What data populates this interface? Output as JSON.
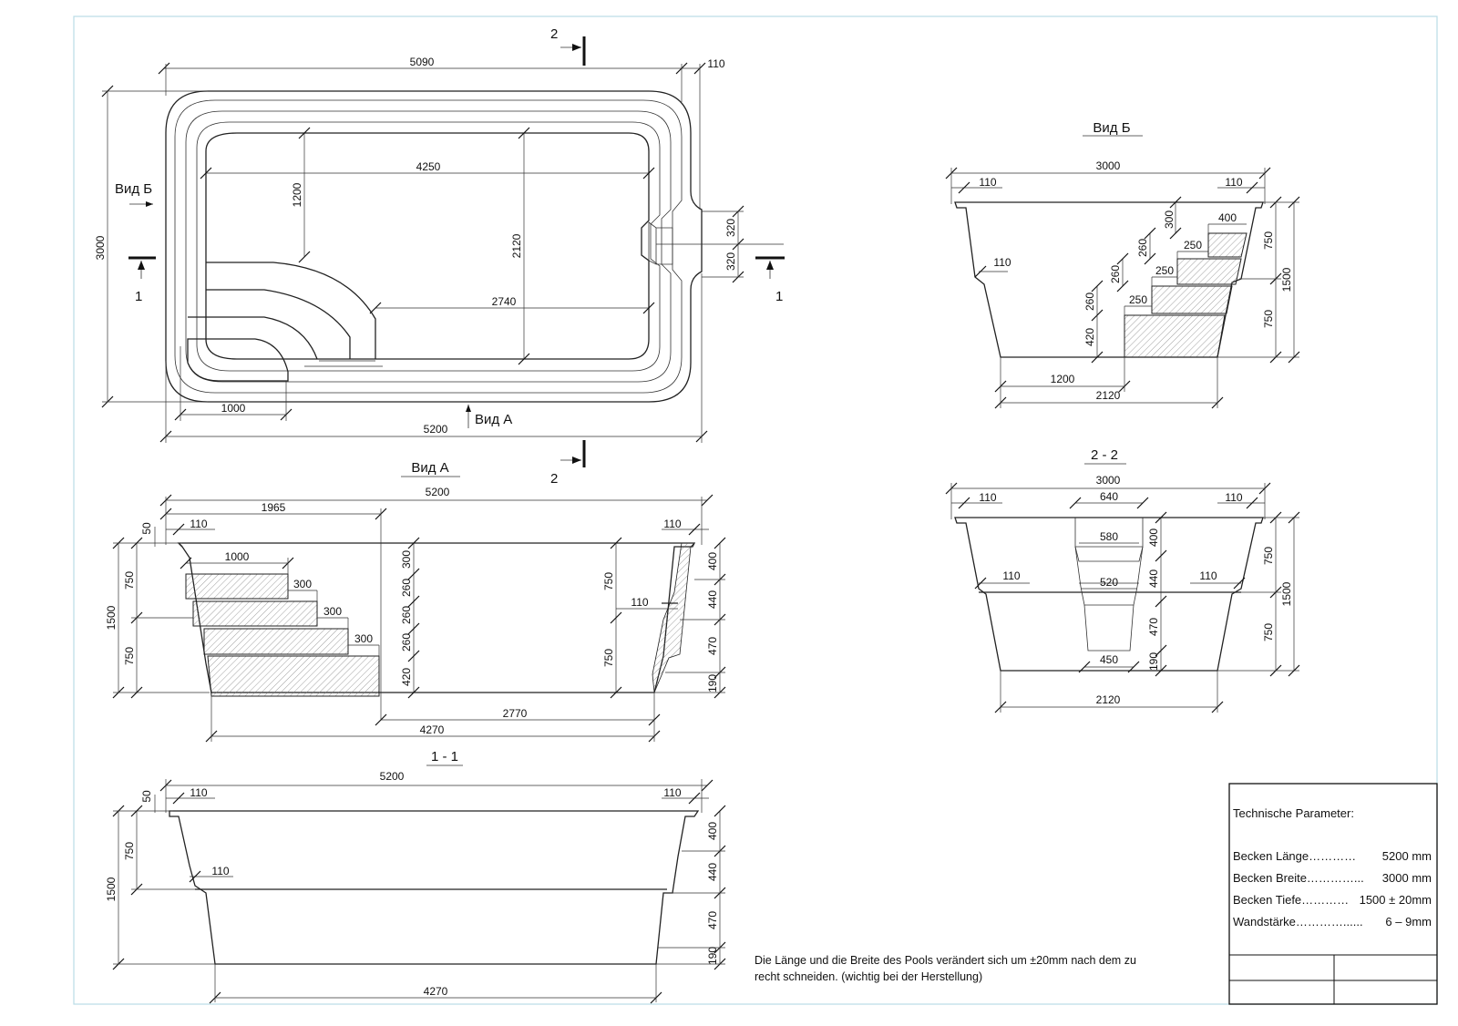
{
  "colors": {
    "line": "#222222",
    "frame": "#b9dde6",
    "hatch": "#777777"
  },
  "plan": {
    "length_total": "5090",
    "edge": "110",
    "inner_length": "4250",
    "step_width": "1200",
    "width_total": "3000",
    "inner_width": "2120",
    "inner_short": "2740",
    "nozzle_a": "320",
    "nozzle_b": "320",
    "step_len": "1000",
    "overall_len": "5200",
    "view_a": "Вид А",
    "view_b": "Вид Б",
    "sec_1_left": "1",
    "sec_1_right": "1",
    "sec_2_top": "2",
    "sec_2_bottom": "2"
  },
  "view_a": {
    "title": "Вид А",
    "total": "5200",
    "step_run": "1965",
    "rim": "50",
    "edge_l": "110",
    "edge_r": "110",
    "step1": "1000",
    "tread1": "300",
    "tread2": "300",
    "tread3": "300",
    "depth_total": "1500",
    "upper": "750",
    "lower": "750",
    "rise1": "300",
    "rise2": "260",
    "rise3": "260",
    "rise4": "260",
    "rise5": "420",
    "right_upper": "750",
    "right_lower": "750",
    "ledge": "110",
    "r400": "400",
    "r440": "440",
    "r470": "470",
    "r190": "190",
    "floor": "2770",
    "bottom": "4270"
  },
  "view_b": {
    "title": "Вид Б",
    "total": "3000",
    "edge_l": "110",
    "edge_r": "110",
    "ledge": "110",
    "tread_top": "400",
    "tread1": "250",
    "tread2": "250",
    "tread3": "250",
    "rise1": "300",
    "rise2": "260",
    "rise3": "260",
    "rise4": "260",
    "rise5": "420",
    "upper": "750",
    "lower": "750",
    "depth_total": "1500",
    "floor_left": "1200",
    "bottom": "2120"
  },
  "sec22": {
    "title": "2 - 2",
    "total": "3000",
    "edge_l": "110",
    "edge_r": "110",
    "n640": "640",
    "n580": "580",
    "n520": "520",
    "n450": "450",
    "ledge_l": "110",
    "ledge_r": "110",
    "r400": "400",
    "r440": "440",
    "r470": "470",
    "r190": "190",
    "upper": "750",
    "lower": "750",
    "depth_total": "1500",
    "bottom": "2120"
  },
  "sec11": {
    "title": "1 - 1",
    "total": "5200",
    "rim": "50",
    "edge_l": "110",
    "edge_r": "110",
    "ledge": "110",
    "upper": "750",
    "depth_total": "1500",
    "r400": "400",
    "r440": "440",
    "r470": "470",
    "r190": "190",
    "bottom": "4270"
  },
  "note": {
    "line1": "Die Länge und die Breite des Pools verändert sich um ±20mm nach dem zu",
    "line2": "recht schneiden. (wichtig bei der Herstellung)"
  },
  "params": {
    "title": "Technische Parameter:",
    "rows": [
      {
        "label": "Becken Länge…………",
        "value": "5200 mm"
      },
      {
        "label": "Becken Breite…………...",
        "value": "3000 mm"
      },
      {
        "label": "Becken Tiefe…………",
        "value": "1500 ± 20mm"
      },
      {
        "label": "Wandstärke…………......",
        "value": "6 – 9mm"
      }
    ]
  }
}
